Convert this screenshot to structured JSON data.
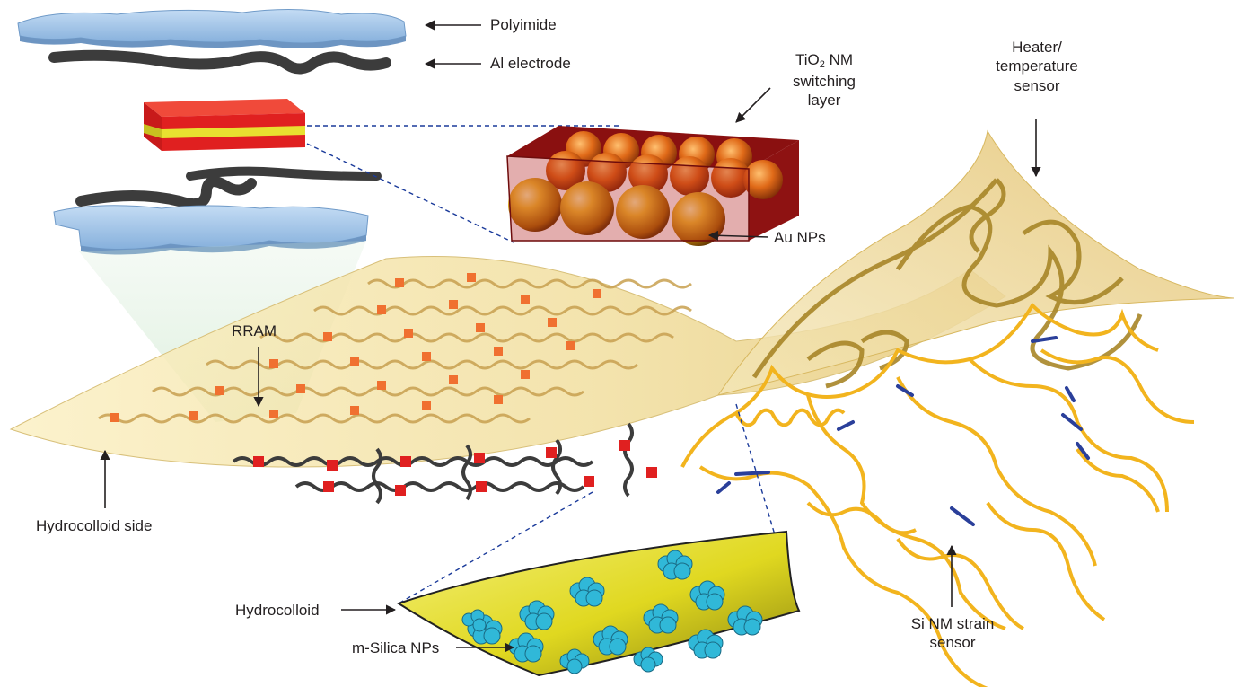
{
  "labels": {
    "polyimide": "Polyimide",
    "al_electrode": "Al electrode",
    "tio2_line1_pre": "TiO",
    "tio2_line1_sub": "2",
    "tio2_line1_post": " NM",
    "tio2_line2": "switching",
    "tio2_line3": "layer",
    "heater_line1": "Heater/",
    "heater_line2": "temperature",
    "heater_line3": "sensor",
    "au_nps": "Au NPs",
    "rram": "RRAM",
    "hydrocolloid_side": "Hydrocolloid side",
    "hydrocolloid": "Hydrocolloid",
    "m_silica": "m-Silica NPs",
    "sinm_line1": "Si NM strain",
    "sinm_line2": "sensor"
  },
  "colors": {
    "polyimide": "#9ec4e8",
    "electrode": "#3c3c3c",
    "switching_red": "#e02020",
    "switching_yellow": "#e8e030",
    "au_particle": "#e0a020",
    "box_red": "#b01818",
    "patch_tan": "#f3e3a6",
    "serpentine_gold": "#c8a050",
    "rram_cell": "#f07030",
    "strain_gold": "#f2b41e",
    "strain_blue": "#2a3f9a",
    "hydrocolloid_yellow": "#e8e030",
    "silica_cyan": "#30b8d8"
  }
}
